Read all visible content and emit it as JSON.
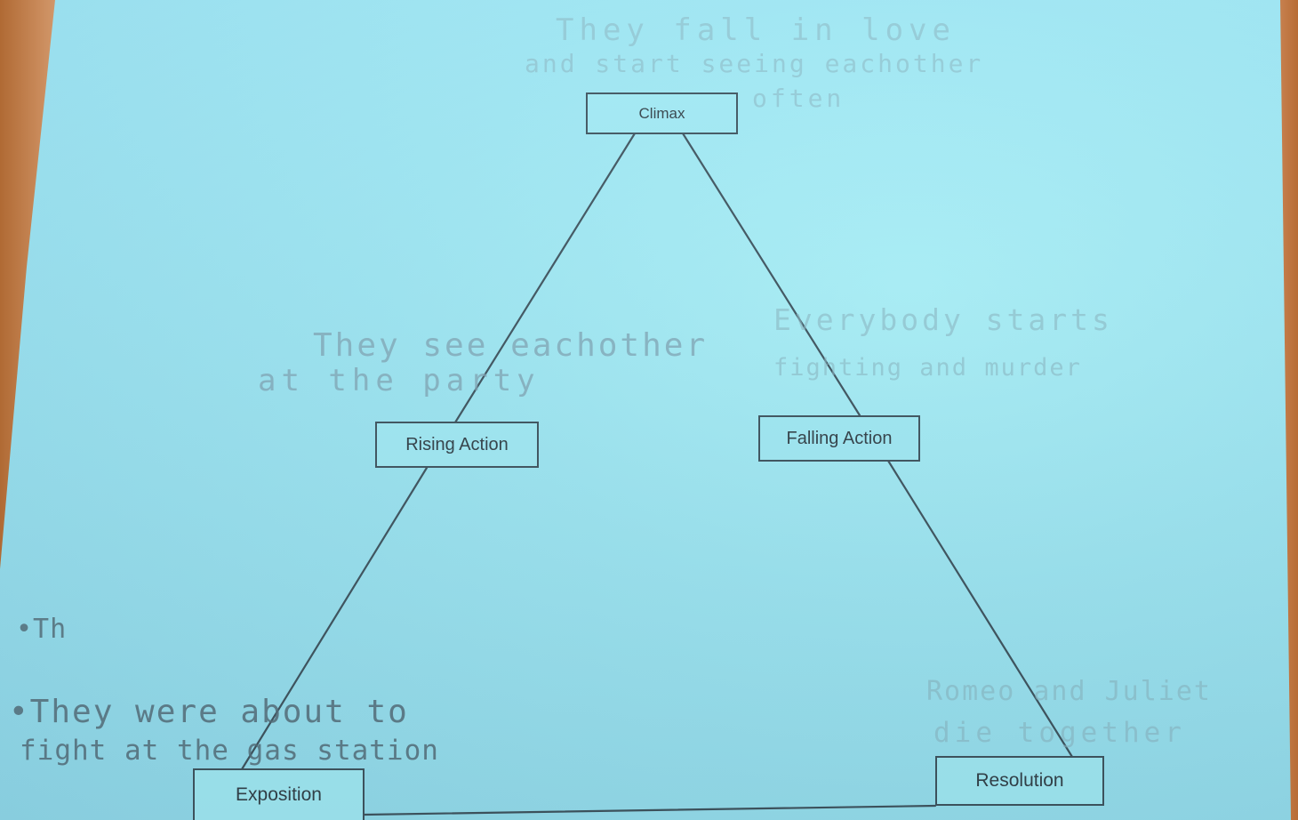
{
  "diagram": {
    "boxes": {
      "climax": "Climax",
      "rising_action": "Rising Action",
      "falling_action": "Falling Action",
      "exposition": "Exposition",
      "resolution": "Resolution"
    },
    "notes": {
      "climax_line1": "They fall in love",
      "climax_line2": "and start seeing eachother",
      "climax_line3": "often",
      "rising_line1": "They see eachother",
      "rising_line2": "at the party",
      "falling_line1": "Everybody starts",
      "falling_line2": "fighting and murder",
      "exposition_stub": "•Th",
      "exposition_line1": "•They were about to",
      "exposition_line2": "fight at the gas station",
      "resolution_line1": "Romeo and Juliet",
      "resolution_line2": "die together"
    },
    "colors": {
      "paper": "#9ce5f2",
      "line": "#3f5560",
      "pencil": "#7fa4b4"
    }
  }
}
